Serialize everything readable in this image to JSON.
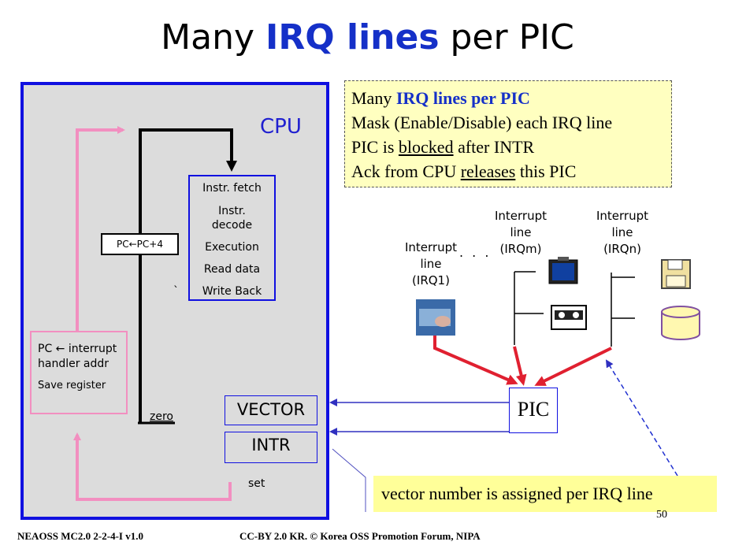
{
  "title": {
    "prefix": "Many ",
    "highlight": "IRQ lines",
    "suffix": " per PIC"
  },
  "cpu": {
    "label": "CPU",
    "stages": [
      "Instr. fetch",
      "Instr.",
      "decode",
      "Execution",
      "Read data",
      "Write Back"
    ],
    "pc_increment": "PC←PC+4",
    "handler_line1": "PC ← interrupt",
    "handler_line2": "handler addr",
    "handler_save": "Save register",
    "vector": "VECTOR",
    "intr": "INTR",
    "zero": "zero",
    "set": "set",
    "tick": "ˋ"
  },
  "note": {
    "line1_prefix": "Many ",
    "line1_highlight": "IRQ  lines  per  PIC",
    "line2": "Mask (Enable/Disable)  each IRQ line",
    "line3_prefix": "PIC is ",
    "line3_underline": "blocked",
    "line3_suffix": "  after INTR",
    "line4_prefix": "Ack  from CPU ",
    "line4_underline": "releases",
    "line4_suffix": "  this PIC"
  },
  "pic": "PIC",
  "interrupt_lines": {
    "irq1": [
      "Interrupt",
      "line",
      "(IRQ1)"
    ],
    "irqm": [
      "Interrupt",
      "line",
      "(IRQm)"
    ],
    "irqn": [
      "Interrupt",
      "line",
      "(IRQn)"
    ],
    "dots": ". . ."
  },
  "vector_note": "vector number is assigned per  IRQ line",
  "page_number": "50",
  "footer_left": "NEAOSS MC2.0 2-2-4-I v1.0",
  "footer_right": "CC-BY 2.0 KR. © Korea OSS Promotion Forum, NIPA",
  "colors": {
    "cpu_border": "#1010e0",
    "pink_arrow": "#f28fc0",
    "red_arrow": "#e02030",
    "note_bg": "#ffffc0",
    "highlight_blue": "#1530c8"
  }
}
